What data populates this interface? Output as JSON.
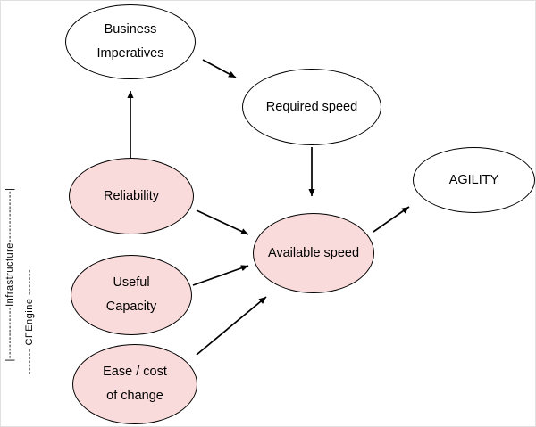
{
  "colors": {
    "highlight_fill": "#fadbdb",
    "plain_fill": "#ffffff",
    "stroke": "#000000"
  },
  "nodes": {
    "business_imperatives": {
      "line1": "Business",
      "line2": "Imperatives"
    },
    "required_speed": {
      "line1": "Required speed"
    },
    "agility": {
      "line1": "AGILITY"
    },
    "reliability": {
      "line1": "Reliability"
    },
    "useful_capacity": {
      "line1": "Useful",
      "line2": "Capacity"
    },
    "ease_cost_of_change": {
      "line1": "Ease / cost",
      "line2": "of change"
    },
    "available_speed": {
      "line1": "Available speed"
    }
  },
  "side_labels": {
    "infrastructure": "|--------------Infrastructure--------------|",
    "cfengine": "------- CFEngine -------"
  }
}
